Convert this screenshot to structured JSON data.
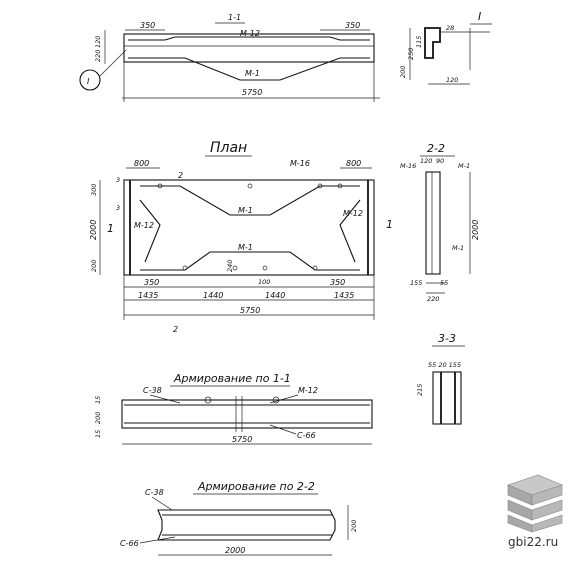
{
  "section_1_1": {
    "title": "1-1",
    "dim_left": "350",
    "dim_right": "350",
    "dim_h1": "120",
    "dim_h2": "220",
    "rebar_top": "M-12",
    "rebar_bottom": "M-1",
    "total_length": "5750",
    "node_mark": "I"
  },
  "node_I": {
    "title": "I",
    "dim_28": "28",
    "dim_200": "200",
    "dim_250": "250",
    "dim_115": "115",
    "dim_120": "120"
  },
  "plan": {
    "title": "План",
    "dim_800_left": "800",
    "dim_800_right": "800",
    "label_m16": "M-16",
    "label_m1_top": "M-1",
    "label_m1_bottom": "M-1",
    "label_m12_left": "M-12",
    "label_m12_right": "M-12",
    "dim_300": "300",
    "dim_2000": "2000",
    "dim_200_left": "200",
    "dim_240": "240",
    "dim_100": "100",
    "dim_350_left": "350",
    "dim_350_right": "350",
    "seg_1435_left": "1435",
    "seg_1440_a": "1440",
    "seg_1440_b": "1440",
    "seg_1435_right": "1435",
    "total_length": "5750",
    "cut_1_left": "1",
    "cut_1_right": "1",
    "cut_2_top": "2",
    "cut_2_bottom": "2",
    "cut_3_top": "3",
    "cut_3_bottom": "3"
  },
  "section_2_2": {
    "title": "2-2",
    "label_m16": "M-16",
    "dim_120": "120",
    "dim_90": "90",
    "label_m1_top": "M-1",
    "label_m1_bottom": "M-1",
    "dim_2000": "2000",
    "dim_155": "155",
    "dim_55": "55",
    "dim_220": "220"
  },
  "section_3_3": {
    "title": "3-3",
    "dims_top": "55 20 155",
    "dim_215": "215"
  },
  "reinf_1_1": {
    "title": "Армирование по 1-1",
    "label_c38": "С-38",
    "label_m12": "М-12",
    "label_c66": "С-66",
    "dim_15_top": "15",
    "dim_200": "200",
    "dim_15_bottom": "15",
    "total_length": "5750"
  },
  "reinf_2_2": {
    "title": "Армирование по 2-2",
    "label_c38": "С-38",
    "label_c66": "С-66",
    "dim_2000": "2000",
    "dim_200": "200"
  },
  "watermark": {
    "text": "gbi22.ru"
  }
}
